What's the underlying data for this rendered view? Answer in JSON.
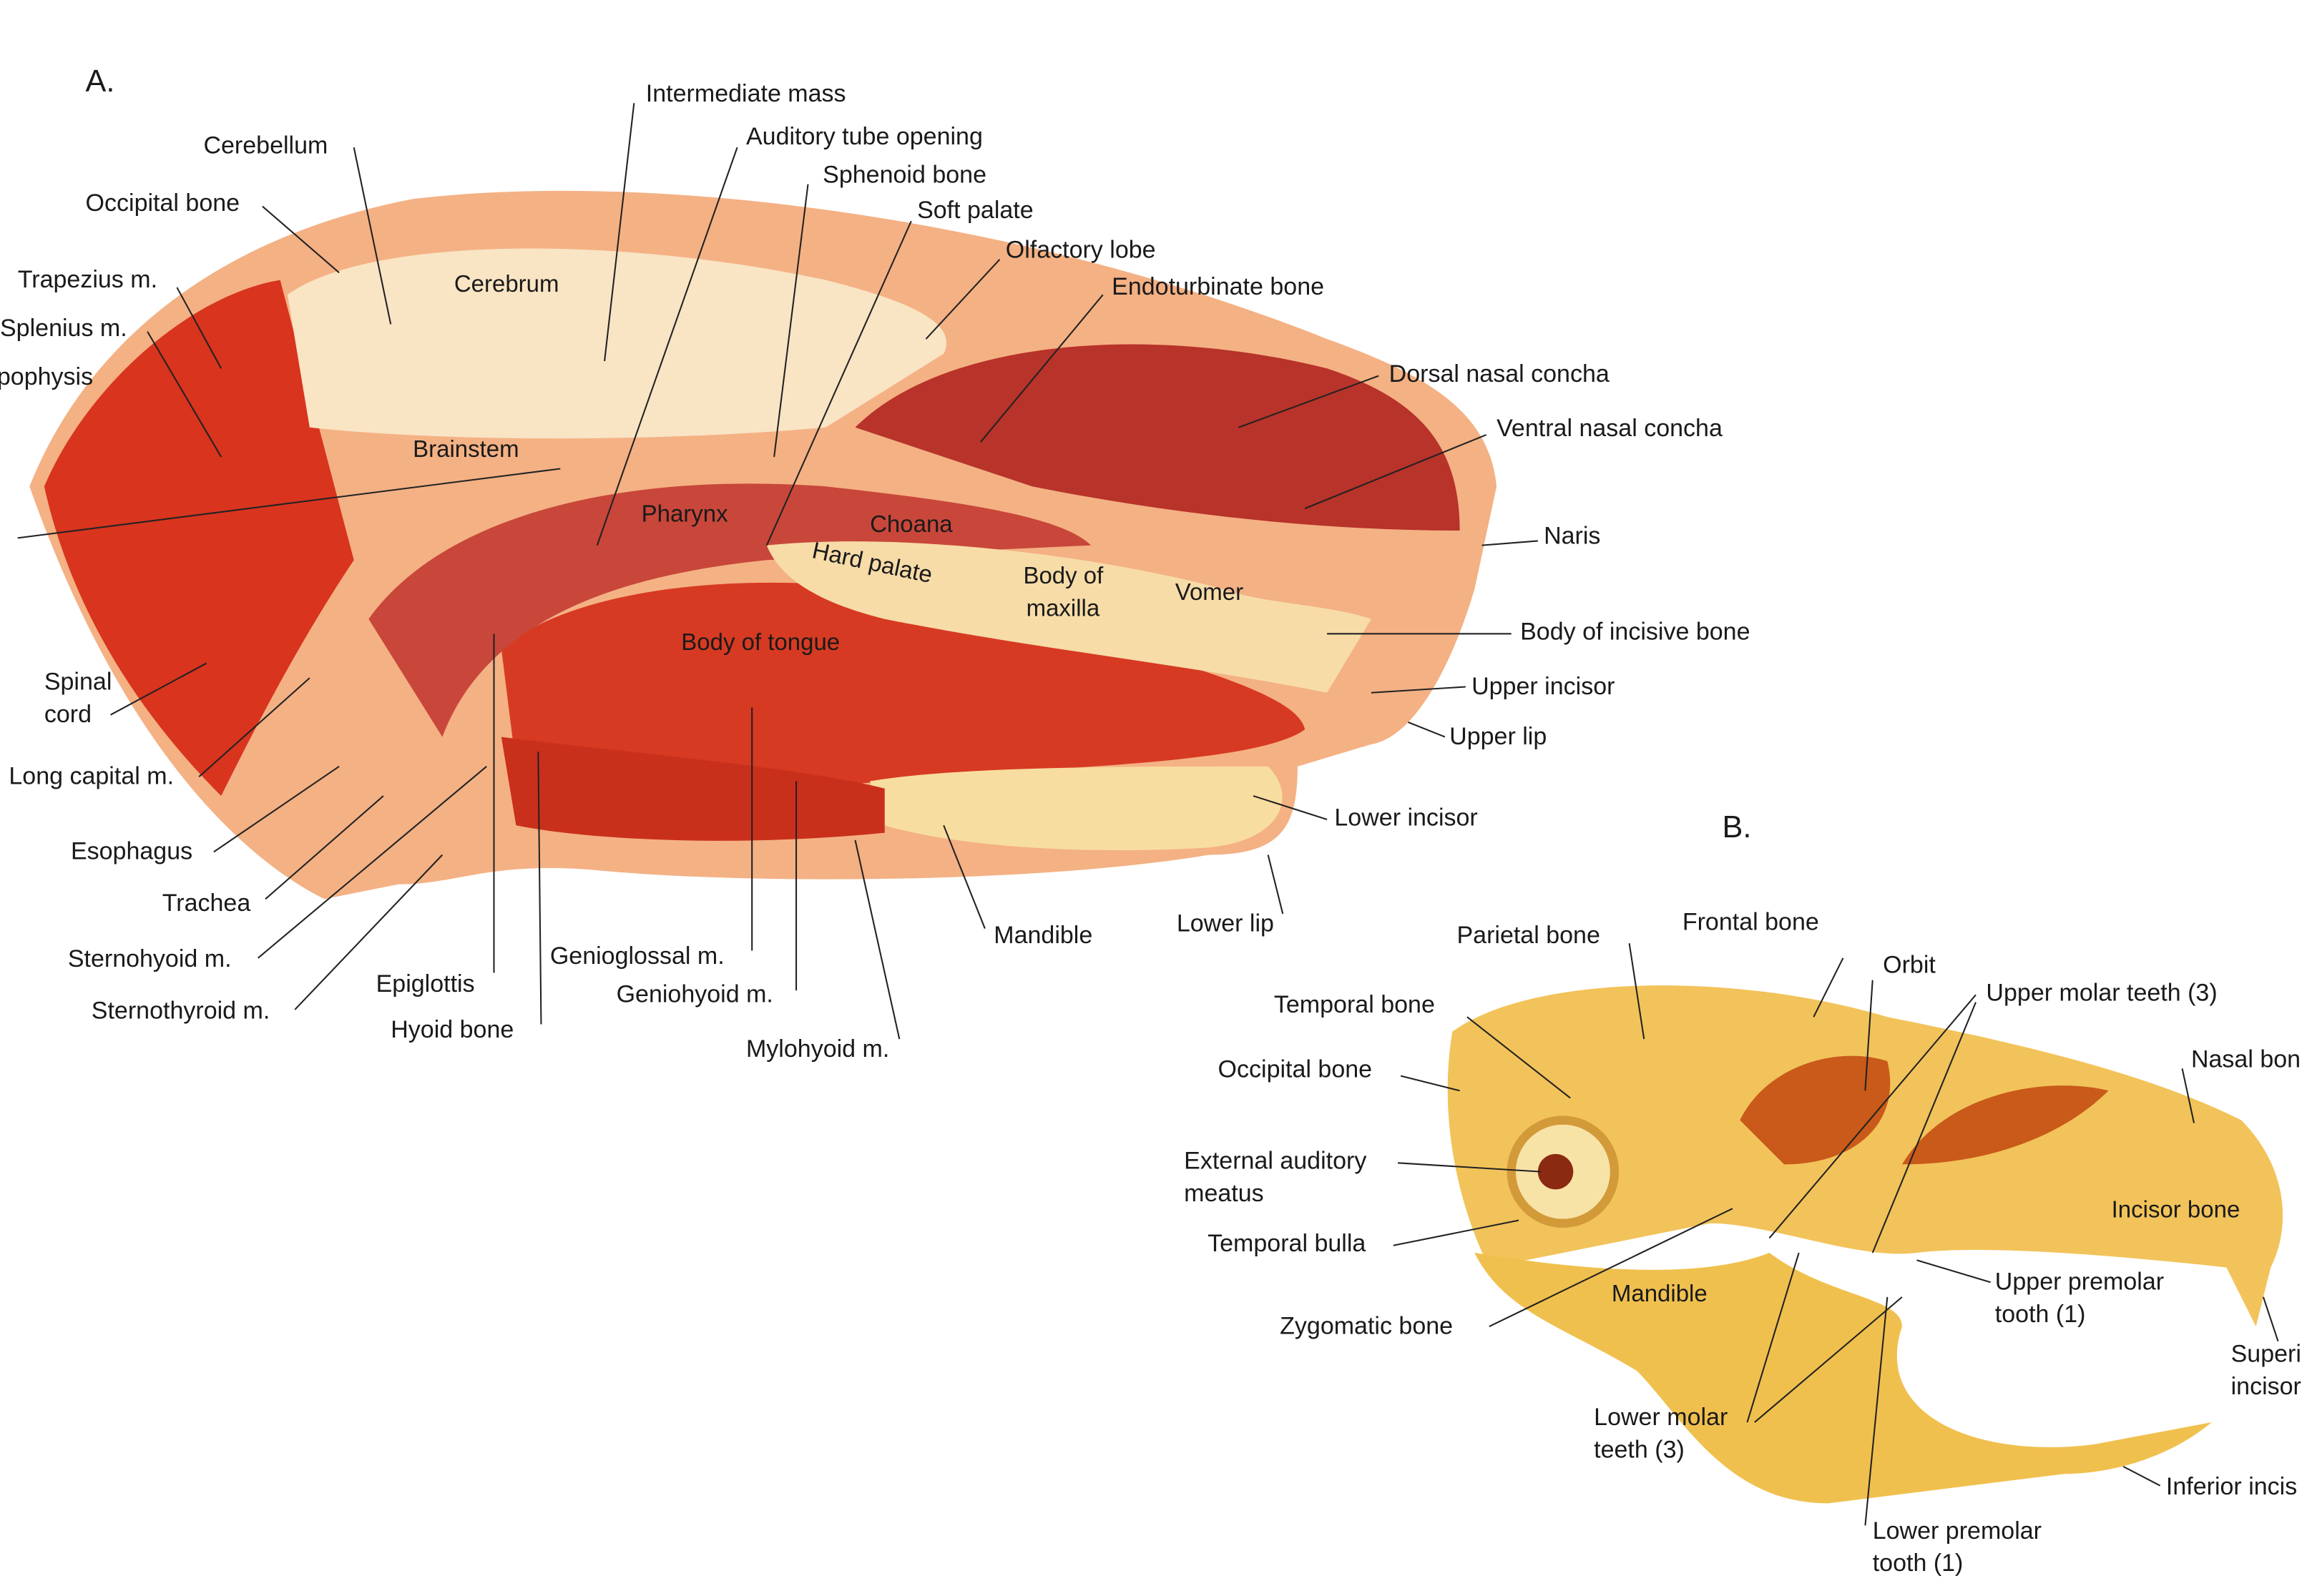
{
  "figure_a": {
    "panel_label": "A.",
    "labels": [
      "Intermediate mass",
      "Auditory tube opening",
      "Cerebellum",
      "Sphenoid bone",
      "Occipital bone",
      "Soft palate",
      "Olfactory lobe",
      "Trapezius m.",
      "Endoturbinate bone",
      "Cerebrum",
      "Splenius m.",
      "pophysis",
      "Dorsal nasal concha",
      "Ventral nasal concha",
      "Brainstem",
      "Pharynx",
      "Choana",
      "Hard palate",
      "Body of",
      "maxilla",
      "Vomer",
      "Naris",
      "Body of incisive bone",
      "Body of tongue",
      "Spinal",
      "cord",
      "Upper incisor",
      "Upper lip",
      "Long capital m.",
      "Lower incisor",
      "Esophagus",
      "Trachea",
      "Lower lip",
      "Mandible",
      "Genioglossal m.",
      "Sternohyoid m.",
      "Epiglottis",
      "Geniohyoid m.",
      "Sternothyroid m.",
      "Hyoid bone",
      "Mylohyoid m."
    ]
  },
  "figure_b": {
    "panel_label": "B.",
    "labels": [
      "Parietal bone",
      "Frontal bone",
      "Orbit",
      "Upper molar teeth (3)",
      "Temporal bone",
      "Nasal bon",
      "Occipital bone",
      "External auditory",
      "meatus",
      "Incisor bone",
      "Temporal bulla",
      "Mandible",
      "Upper premolar",
      "tooth (1)",
      "Zygomatic bone",
      "Superi",
      "incisor",
      "Lower molar",
      "teeth (3)",
      "Inferior incis",
      "Lower premolar",
      "tooth (1)"
    ]
  },
  "colors": {
    "muscle": "#d8341e",
    "bone": "#f6d9a0",
    "skull": "#f2c35a",
    "tissue": "#f4b184"
  }
}
